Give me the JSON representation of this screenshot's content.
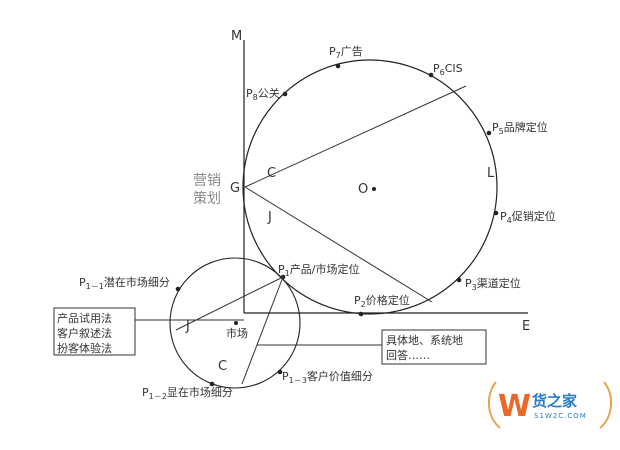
{
  "axes": {
    "vertical_label": "M",
    "horizontal_label": "E"
  },
  "big_circle": {
    "center_label": "O",
    "left_point": "G",
    "c_label": "C",
    "j_label": "J",
    "l_label": "L",
    "points": {
      "p8": {
        "p": "P",
        "sub": "8",
        "text": "公关"
      },
      "p7": {
        "p": "P",
        "sub": "7",
        "text": "广告"
      },
      "p6": {
        "p": "P",
        "sub": "6",
        "text": "CIS"
      },
      "p5": {
        "p": "P",
        "sub": "5",
        "text": "品牌定位"
      },
      "p4": {
        "p": "P",
        "sub": "4",
        "text": "促销定位"
      },
      "p3": {
        "p": "P",
        "sub": "3",
        "text": "渠道定位"
      },
      "p2": {
        "p": "P",
        "sub": "2",
        "text": "价格定位"
      },
      "p1": {
        "p": "P",
        "sub": "1",
        "text": "产品/市场定位"
      }
    }
  },
  "marketing_label": {
    "line1": "营销",
    "line2": "策划"
  },
  "small_circle": {
    "center_label": "市场",
    "j_label": "J",
    "c_label": "C",
    "points": {
      "p11": {
        "p": "P",
        "sub": "1－1",
        "text": "潜在市场细分"
      },
      "p12": {
        "p": "P",
        "sub": "1－2",
        "text": "显在市场细分"
      },
      "p13": {
        "p": "P",
        "sub": "1－3",
        "text": "客户价值细分"
      }
    }
  },
  "left_box": {
    "lines": [
      "产品试用法",
      "客户叙述法",
      "扮客体验法"
    ]
  },
  "right_box": {
    "lines": [
      "具体地、系统地",
      "回答……"
    ]
  },
  "watermark": {
    "main": "货之家",
    "sub": "S1W2C.COM",
    "logo": "W",
    "colors": {
      "primary": "#2a7ac8",
      "accent": "#e8692a"
    }
  }
}
